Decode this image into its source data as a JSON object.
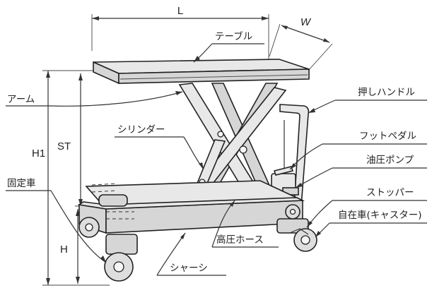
{
  "dimensions": {
    "L": "L",
    "W": "W",
    "H1": "H1",
    "ST": "ST",
    "H": "H"
  },
  "labels": {
    "table": "テーブル",
    "arm": "アーム",
    "push_handle": "押しハンドル",
    "cylinder": "シリンダー",
    "foot_pedal": "フットペダル",
    "hydraulic_pump": "油圧ポンプ",
    "fixed_wheel": "固定車",
    "stopper": "ストッパー",
    "caster": "自在車(キャスター)",
    "high_pressure_hose": "高圧ホース",
    "chassis": "シャーシ"
  }
}
